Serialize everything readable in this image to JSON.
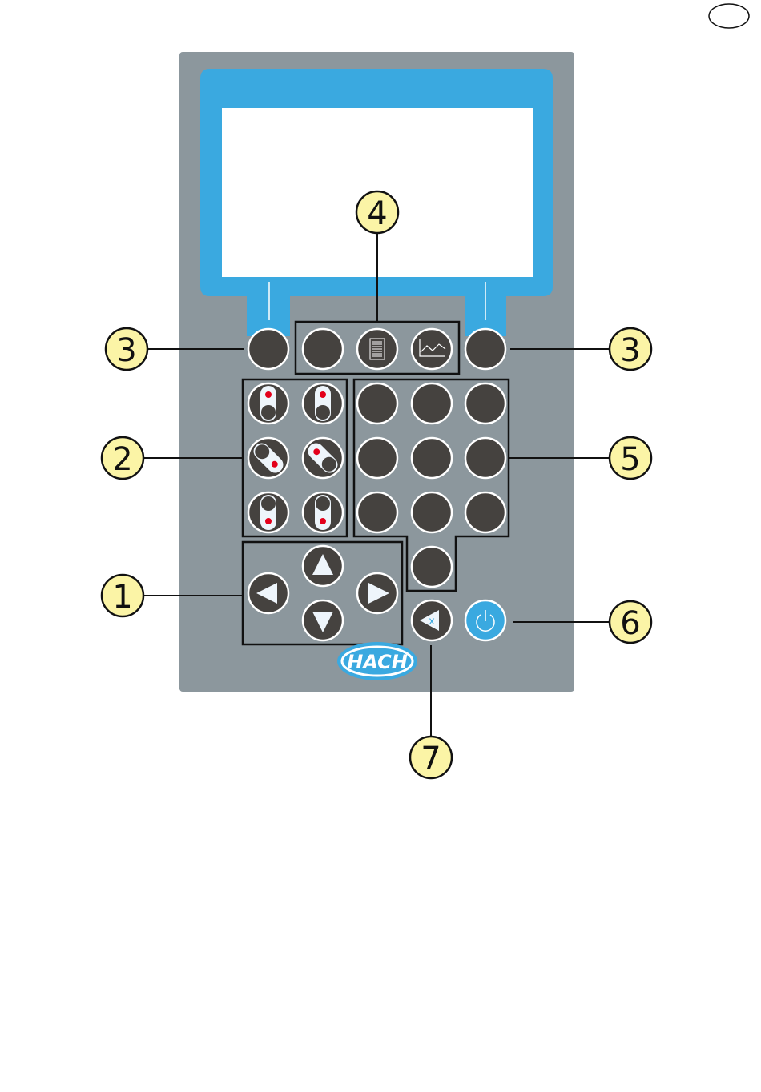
{
  "logo": {
    "text": "HACH"
  },
  "callouts": {
    "arrow_keys": "1",
    "selection_keys": "2",
    "softkeys": "3",
    "function_keys": "4",
    "numeric_keys": "5",
    "power_key": "6",
    "backspace_key": "7"
  },
  "backspace_key": {
    "symbol": "x"
  },
  "colors": {
    "panel": "#8c979d",
    "display_frame": "#3aa9e0",
    "key": "#45423f",
    "callout": "#fbf4a6",
    "indicator": "#e3001b"
  }
}
